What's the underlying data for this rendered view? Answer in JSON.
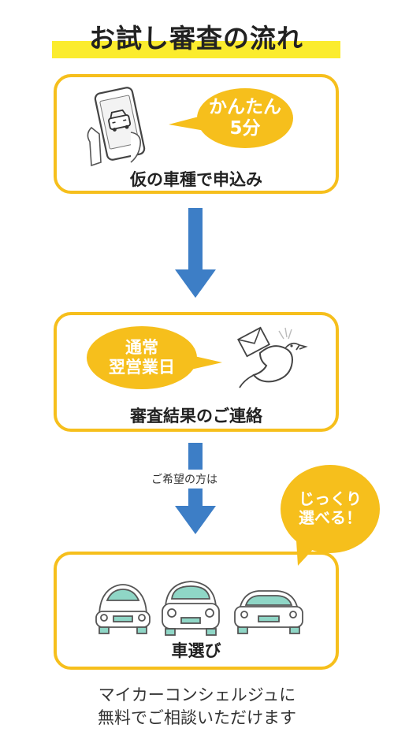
{
  "title": "お試し審査の流れ",
  "step1": {
    "label": "仮の車種で申込み",
    "bubble_line1": "かんたん",
    "bubble_line2": "5分"
  },
  "step2": {
    "label": "審査結果のご連絡",
    "bubble_line1": "通常",
    "bubble_line2": "翌営業日"
  },
  "arrow_note": "ご希望の方は",
  "step3": {
    "label": "車選び",
    "bubble_line1": "じっくり",
    "bubble_line2": "選べる！"
  },
  "footer": {
    "line1": "マイカーコンシェルジュに",
    "line2": "無料でご相談いただけます"
  },
  "colors": {
    "accent_yellow": "#f6bf1c",
    "highlight_yellow": "#fbec2e",
    "arrow_blue": "#3d7ec6",
    "car_teal": "#8fd6c6"
  }
}
